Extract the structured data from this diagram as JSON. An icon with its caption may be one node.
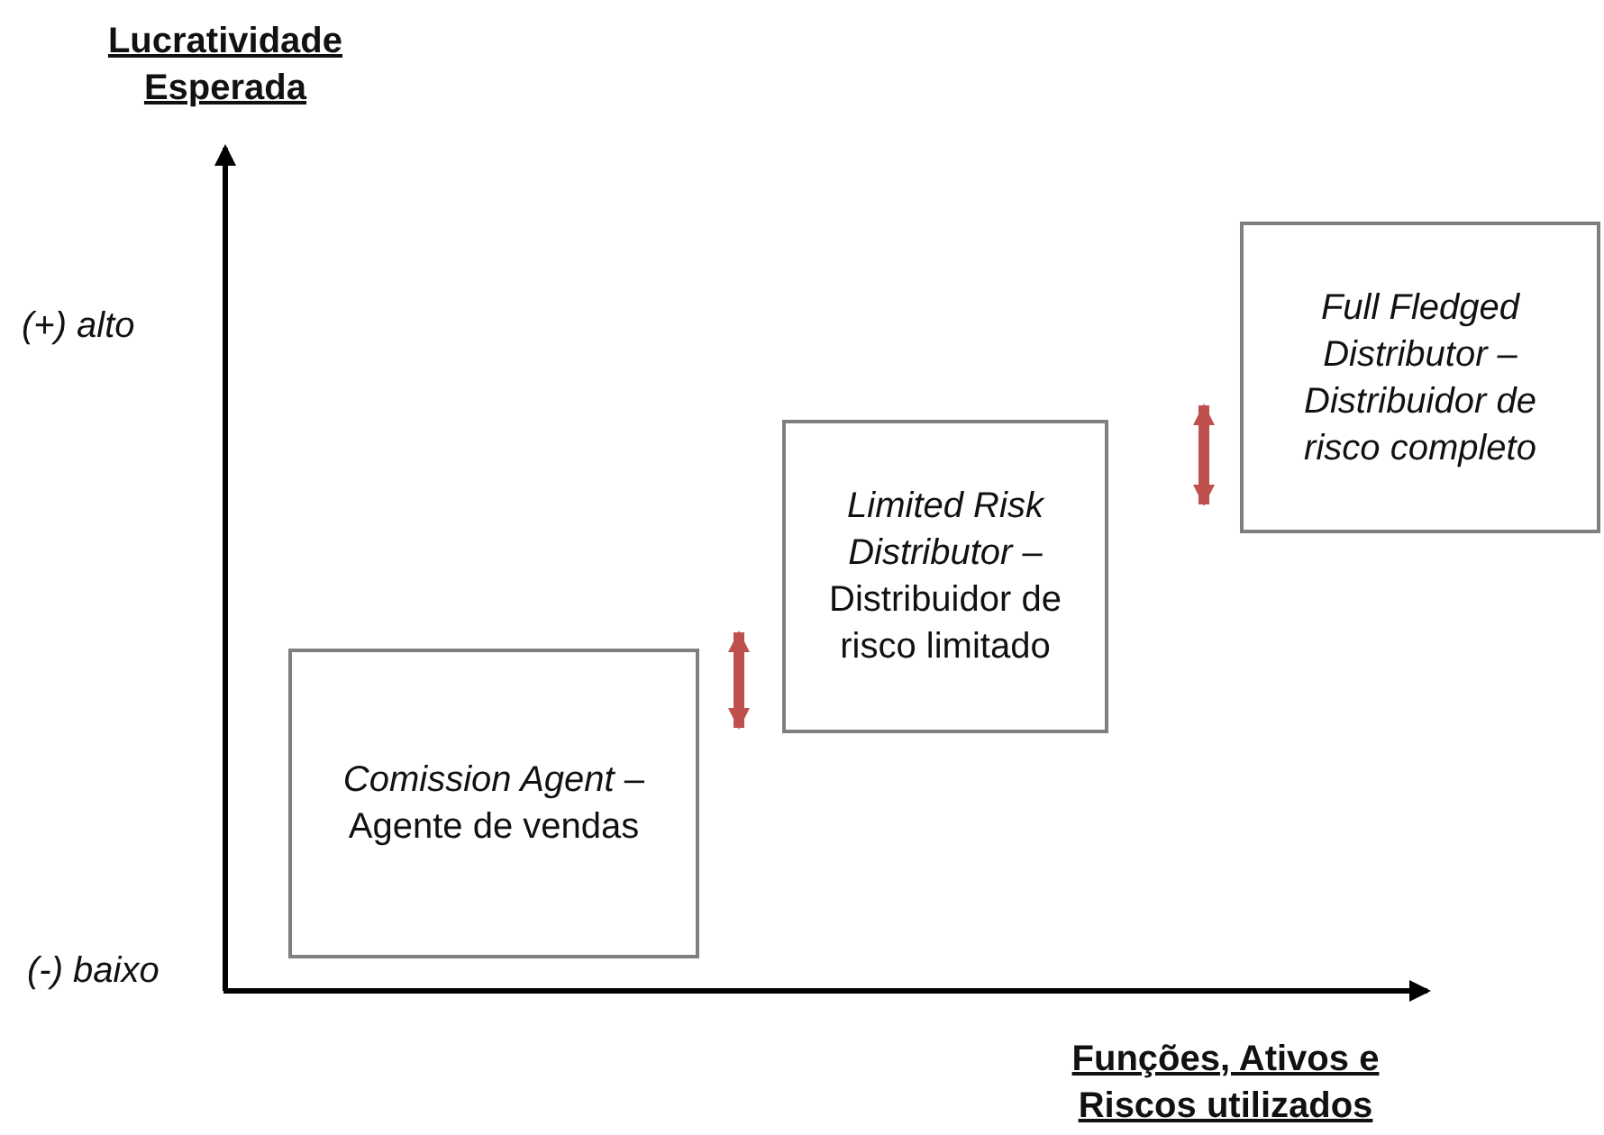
{
  "diagram": {
    "nodes": [
      {
        "text": [
          "*Comission Agent* – Agente de vendas"
        ]
      },
      {
        "text": [
          "*Limited Risk Distributor* – Distribuidor de risco limitado"
        ]
      },
      {
        "text": [
          "Full Fledged Distributor – Distribuidor de risco completo"
        ]
      }
    ],
    "edges": [],
    "labels": [
      "Lucratividade Esperada",
      "(+) alto",
      "(-) baixo",
      "Funções, Ativos e Riscos utilizados"
    ]
  }
}
